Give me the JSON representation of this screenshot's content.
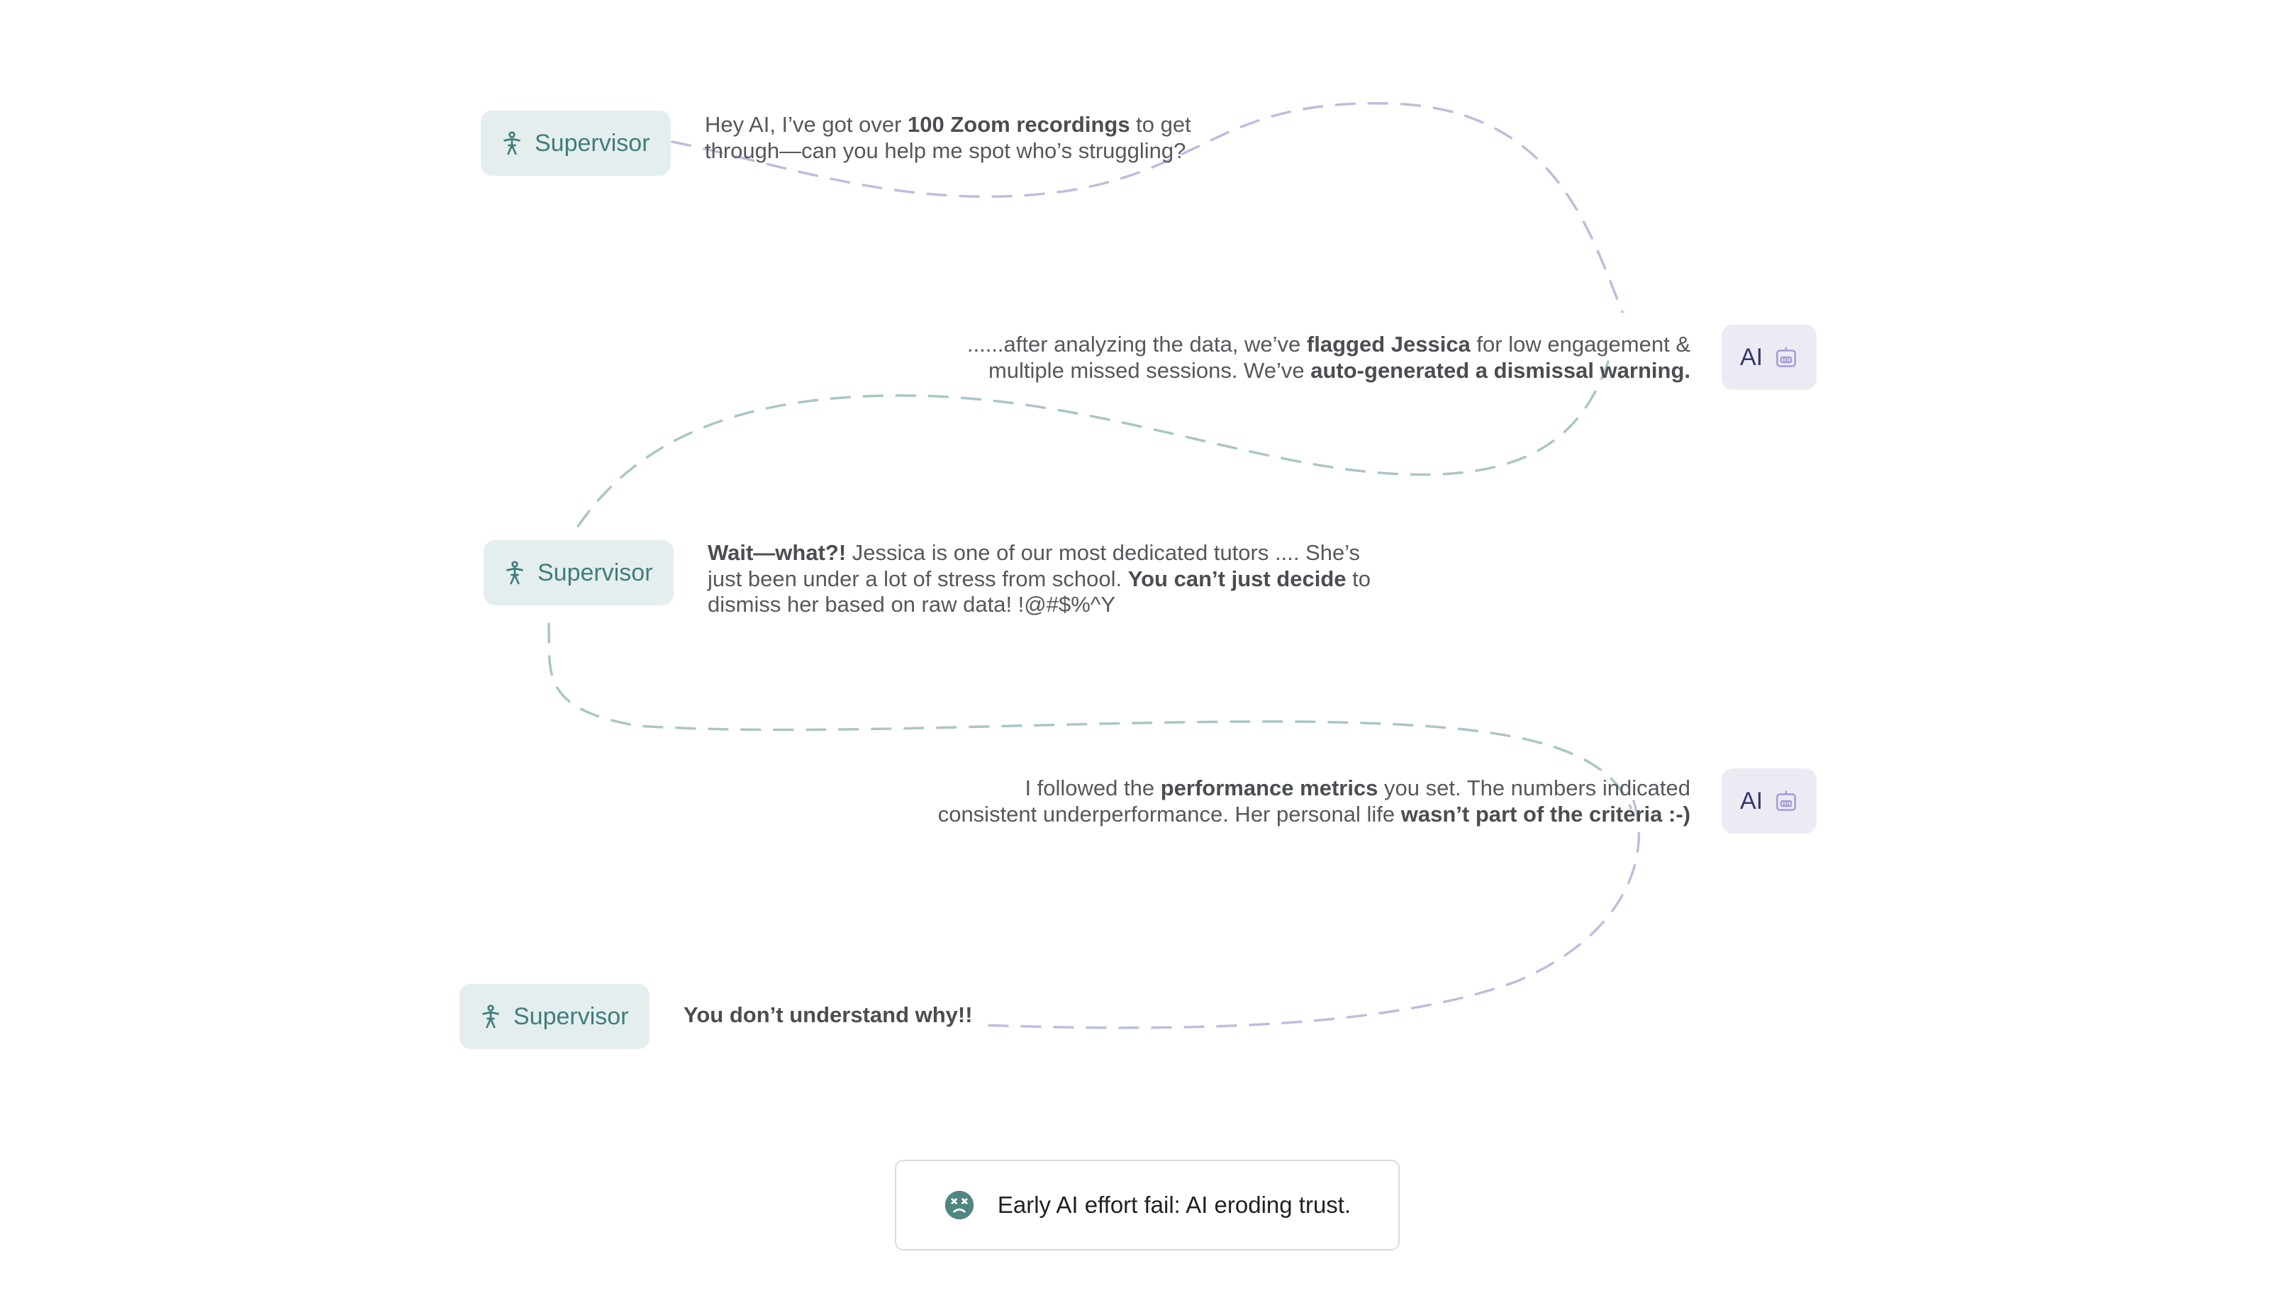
{
  "colors": {
    "supervisor_bg": "#e5eeee",
    "supervisor_text": "#3f7d7b",
    "ai_bg": "#ecebf4",
    "ai_text": "#303a6a",
    "ai_icon": "#a79ad6",
    "connector_teal": "#a9c6c5",
    "connector_lavender": "#bcbedc",
    "body_text": "#55585c"
  },
  "icons": {
    "supervisor": "person-icon",
    "ai": "robot-icon",
    "footer": "dizzy-face-icon"
  },
  "chips": {
    "supervisor_1": "Supervisor",
    "ai_1": "AI",
    "supervisor_2": "Supervisor",
    "ai_2": "AI",
    "supervisor_3": "Supervisor"
  },
  "messages": {
    "m1": {
      "a": "Hey AI, I’ve got over ",
      "b": "100 Zoom recordings",
      "c": " to get",
      "d": "through—can you help me spot who’s struggling?"
    },
    "m2": {
      "a": "......after analyzing the data, we’ve ",
      "b": "flagged Jessica",
      "c": " for low engagement &",
      "d": "multiple missed sessions.  We’ve ",
      "e": "auto-generated a dismissal warning."
    },
    "m3": {
      "a": "Wait—what?!",
      "b": " Jessica is one of our most dedicated tutors .... She’s",
      "c": "just been under a lot of stress from school. ",
      "d": "You can’t just decide",
      "e": " to",
      "f": "dismiss her based on raw data! !@#$%^Y"
    },
    "m4": {
      "a": "I followed the ",
      "b": "performance metrics",
      "c": " you set. The numbers indicated",
      "d": "consistent underperformance. Her personal life ",
      "e": "wasn’t part of the criteria :-)"
    },
    "m5": {
      "a": "You don’t understand why!!"
    }
  },
  "footer": {
    "text": "Early AI effort fail: AI eroding trust."
  }
}
